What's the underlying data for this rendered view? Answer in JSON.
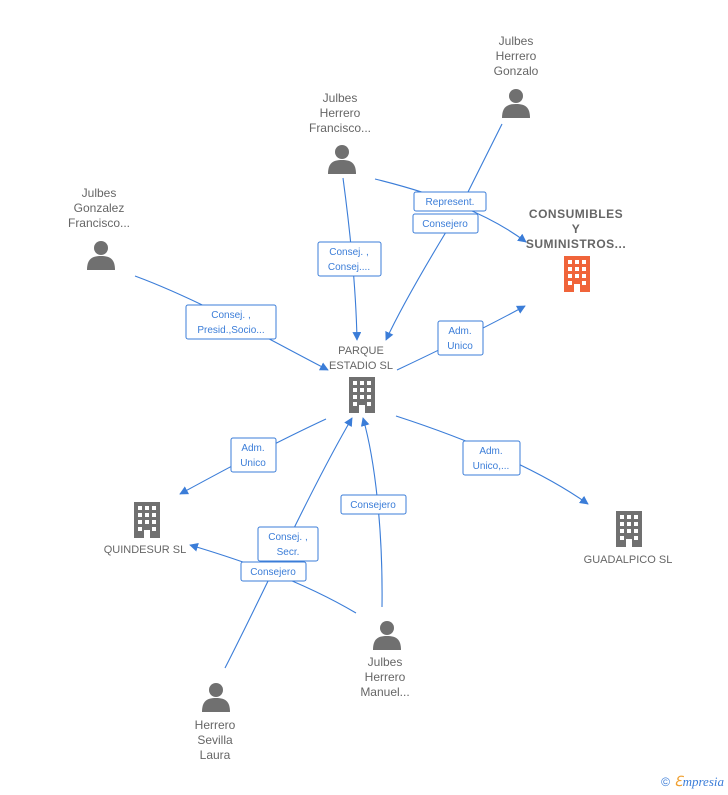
{
  "nodes": {
    "julbes_herrero_gonzalo": {
      "lines": [
        "Julbes",
        "Herrero",
        "Gonzalo"
      ],
      "kind": "person"
    },
    "julbes_herrero_francisco": {
      "lines": [
        "Julbes",
        "Herrero",
        "Francisco..."
      ],
      "kind": "person"
    },
    "julbes_gonzalez_francisco": {
      "lines": [
        "Julbes",
        "Gonzalez",
        "Francisco..."
      ],
      "kind": "person"
    },
    "consumibles": {
      "lines": [
        "CONSUMIBLES",
        "Y",
        "SUMINISTROS..."
      ],
      "kind": "company-main"
    },
    "parque_estadio": {
      "lines": [
        "PARQUE",
        "ESTADIO SL"
      ],
      "kind": "company"
    },
    "quindesur": {
      "lines": [
        "QUINDESUR SL"
      ],
      "kind": "company"
    },
    "guadalpico": {
      "lines": [
        "GUADALPICO SL"
      ],
      "kind": "company"
    },
    "julbes_herrero_manuel": {
      "lines": [
        "Julbes",
        "Herrero",
        "Manuel..."
      ],
      "kind": "person"
    },
    "herrero_sevilla_laura": {
      "lines": [
        "Herrero",
        "Sevilla",
        "Laura"
      ],
      "kind": "person"
    }
  },
  "edge_labels": {
    "represent": [
      "Represent."
    ],
    "consejero_top": [
      "Consejero"
    ],
    "consej_consej": [
      "Consej. ,",
      "Consej...."
    ],
    "consej_presid": [
      "Consej. ,",
      "Presid.,Socio..."
    ],
    "adm_unico_consumibles": [
      "Adm.",
      "Unico"
    ],
    "adm_unico_quindesur": [
      "Adm.",
      "Unico"
    ],
    "adm_unico_guadalpico": [
      "Adm.",
      "Unico,..."
    ],
    "consejero_manuel": [
      "Consejero"
    ],
    "consej_secr": [
      "Consej. ,",
      "Secr."
    ],
    "consejero_quindesur": [
      "Consejero"
    ]
  },
  "footer": {
    "copyright": "©",
    "brand_initial": "ℇ",
    "brand_rest": "mpresia"
  },
  "colors": {
    "edge": "#3b7dd8",
    "icon": "#707070",
    "highlight": "#f0643a"
  }
}
